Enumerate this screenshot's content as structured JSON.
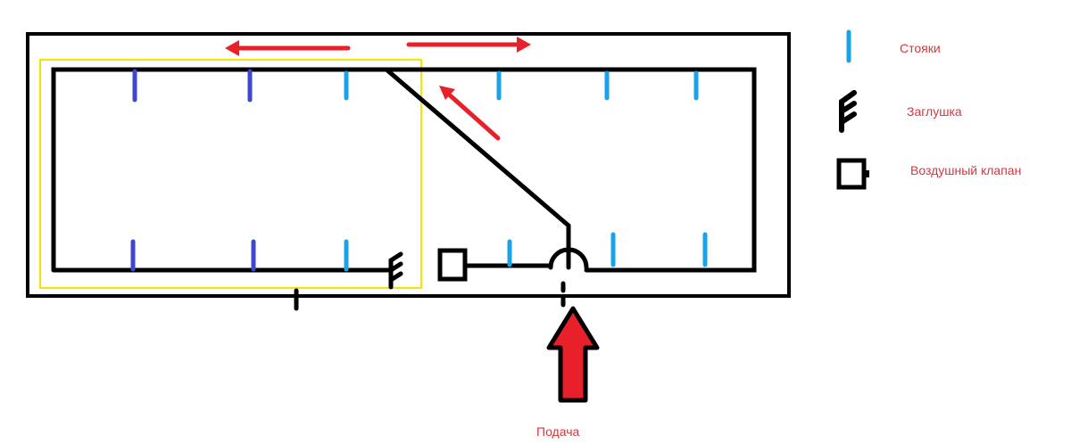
{
  "legend": {
    "riser_label": "Стояки",
    "plug_label": "Заглушка",
    "air_valve_label": "Воздушный клапан"
  },
  "supply_label": "Подача",
  "colors": {
    "pipe": "#000000",
    "riser_light": "#1aa3e8",
    "riser_dark": "#3f48cc",
    "arrow": "#e8202a",
    "highlight": "#f2e600",
    "label": "#d9353f"
  }
}
